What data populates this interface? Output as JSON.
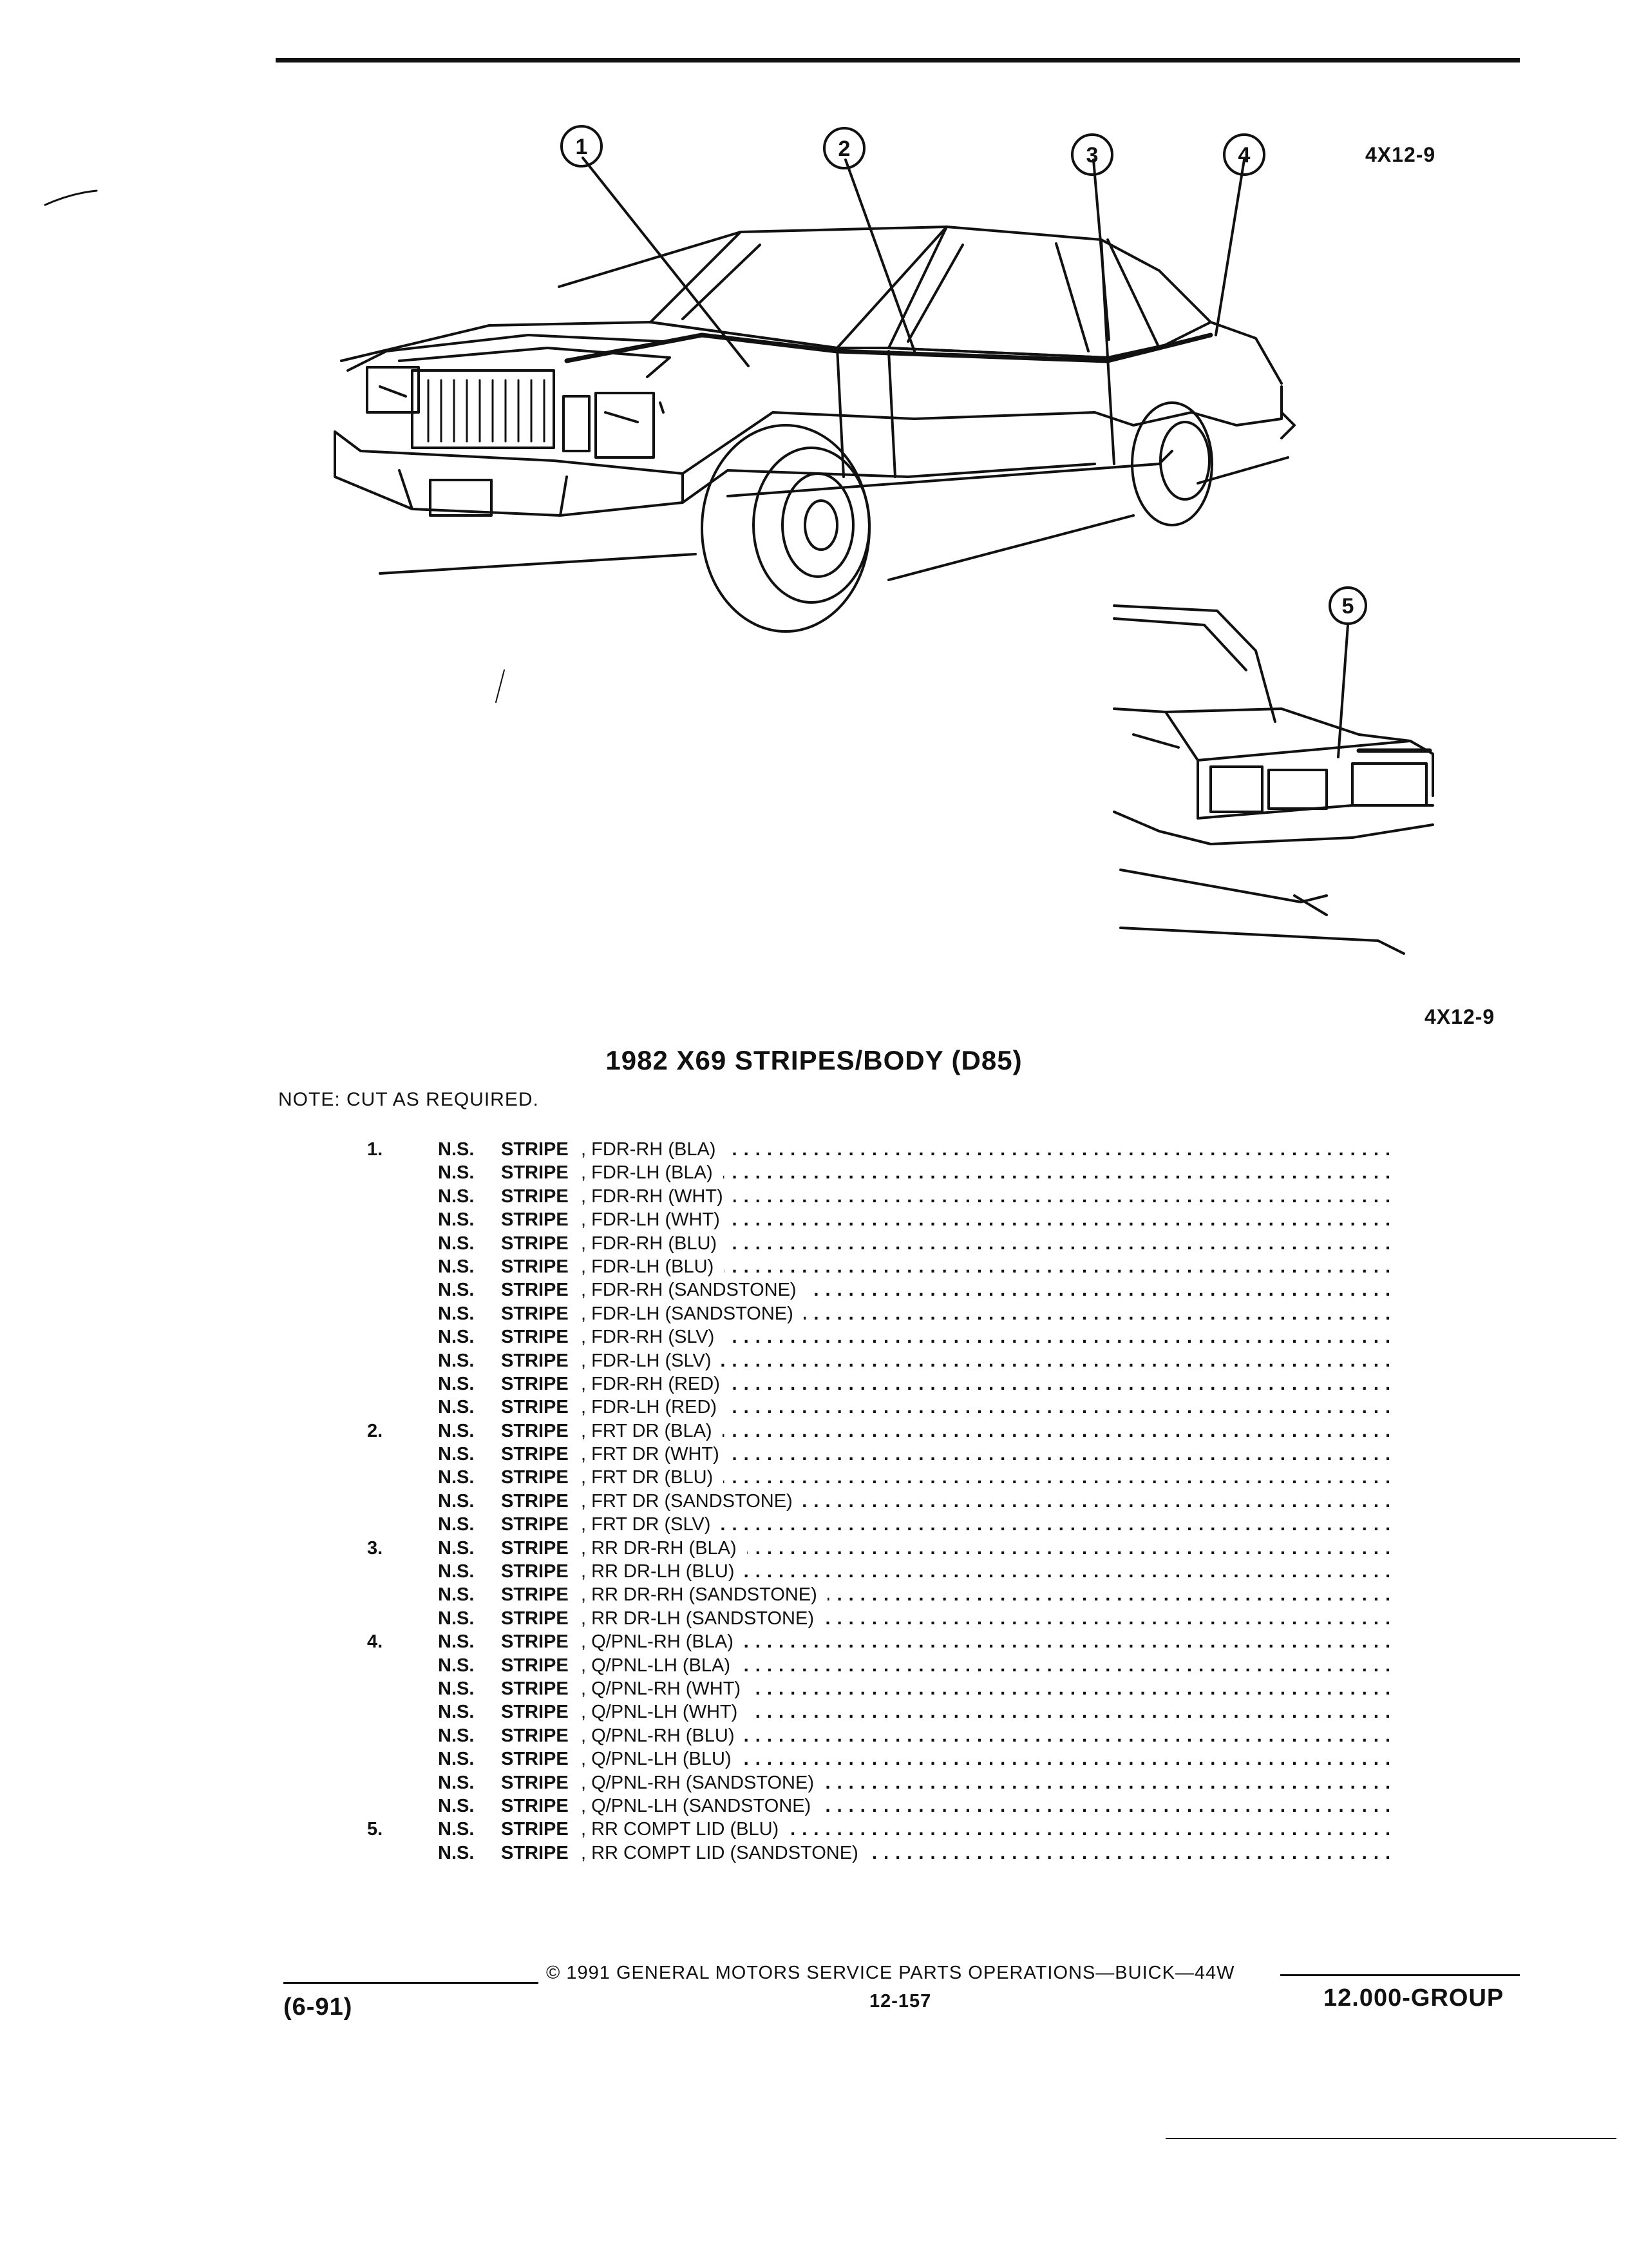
{
  "illustration": {
    "drawing_code_top": "4X12-9",
    "drawing_code_bottom": "4X12-9",
    "callouts": [
      "1",
      "2",
      "3",
      "4",
      "5"
    ]
  },
  "header": {
    "title": "1982 X69 STRIPES/BODY (D85)",
    "note": "NOTE:  CUT AS REQUIRED."
  },
  "parts": [
    {
      "num": "1.",
      "ns": "N.S.",
      "name": "STRIPE",
      "desc": ", FDR-RH (BLA)"
    },
    {
      "num": "",
      "ns": "N.S.",
      "name": "STRIPE",
      "desc": ", FDR-LH (BLA)"
    },
    {
      "num": "",
      "ns": "N.S.",
      "name": "STRIPE",
      "desc": ", FDR-RH (WHT)"
    },
    {
      "num": "",
      "ns": "N.S.",
      "name": "STRIPE",
      "desc": ", FDR-LH (WHT)"
    },
    {
      "num": "",
      "ns": "N.S.",
      "name": "STRIPE",
      "desc": ", FDR-RH (BLU)"
    },
    {
      "num": "",
      "ns": "N.S.",
      "name": "STRIPE",
      "desc": ", FDR-LH (BLU)"
    },
    {
      "num": "",
      "ns": "N.S.",
      "name": "STRIPE",
      "desc": ", FDR-RH (SANDSTONE)"
    },
    {
      "num": "",
      "ns": "N.S.",
      "name": "STRIPE",
      "desc": ", FDR-LH (SANDSTONE)"
    },
    {
      "num": "",
      "ns": "N.S.",
      "name": "STRIPE",
      "desc": ", FDR-RH (SLV)"
    },
    {
      "num": "",
      "ns": "N.S.",
      "name": "STRIPE",
      "desc": ", FDR-LH (SLV)"
    },
    {
      "num": "",
      "ns": "N.S.",
      "name": "STRIPE",
      "desc": ", FDR-RH (RED)"
    },
    {
      "num": "",
      "ns": "N.S.",
      "name": "STRIPE",
      "desc": ", FDR-LH (RED)"
    },
    {
      "num": "2.",
      "ns": "N.S.",
      "name": "STRIPE",
      "desc": ", FRT DR (BLA)"
    },
    {
      "num": "",
      "ns": "N.S.",
      "name": "STRIPE",
      "desc": ", FRT DR (WHT)"
    },
    {
      "num": "",
      "ns": "N.S.",
      "name": "STRIPE",
      "desc": ", FRT DR (BLU)"
    },
    {
      "num": "",
      "ns": "N.S.",
      "name": "STRIPE",
      "desc": ", FRT DR (SANDSTONE)"
    },
    {
      "num": "",
      "ns": "N.S.",
      "name": "STRIPE",
      "desc": ", FRT DR (SLV)"
    },
    {
      "num": "3.",
      "ns": "N.S.",
      "name": "STRIPE",
      "desc": ", RR DR-RH (BLA)"
    },
    {
      "num": "",
      "ns": "N.S.",
      "name": "STRIPE",
      "desc": ", RR DR-LH (BLU)"
    },
    {
      "num": "",
      "ns": "N.S.",
      "name": "STRIPE",
      "desc": ", RR DR-RH (SANDSTONE)"
    },
    {
      "num": "",
      "ns": "N.S.",
      "name": "STRIPE",
      "desc": ", RR DR-LH (SANDSTONE)"
    },
    {
      "num": "4.",
      "ns": "N.S.",
      "name": "STRIPE",
      "desc": ", Q/PNL-RH (BLA)"
    },
    {
      "num": "",
      "ns": "N.S.",
      "name": "STRIPE",
      "desc": ", Q/PNL-LH (BLA)"
    },
    {
      "num": "",
      "ns": "N.S.",
      "name": "STRIPE",
      "desc": ", Q/PNL-RH (WHT)"
    },
    {
      "num": "",
      "ns": "N.S.",
      "name": "STRIPE",
      "desc": ", Q/PNL-LH (WHT)"
    },
    {
      "num": "",
      "ns": "N.S.",
      "name": "STRIPE",
      "desc": ", Q/PNL-RH (BLU)"
    },
    {
      "num": "",
      "ns": "N.S.",
      "name": "STRIPE",
      "desc": ", Q/PNL-LH (BLU)"
    },
    {
      "num": "",
      "ns": "N.S.",
      "name": "STRIPE",
      "desc": ", Q/PNL-RH (SANDSTONE)"
    },
    {
      "num": "",
      "ns": "N.S.",
      "name": "STRIPE",
      "desc": ", Q/PNL-LH (SANDSTONE)"
    },
    {
      "num": "5.",
      "ns": "N.S.",
      "name": "STRIPE",
      "desc": ", RR COMPT LID (BLU)"
    },
    {
      "num": "",
      "ns": "N.S.",
      "name": "STRIPE",
      "desc": ", RR COMPT LID (SANDSTONE)"
    }
  ],
  "footer": {
    "copyright": "©  1991  GENERAL MOTORS SERVICE PARTS OPERATIONS—BUICK—44W",
    "date": "(6-91)",
    "page": "12-157",
    "group": "12.000-GROUP"
  }
}
